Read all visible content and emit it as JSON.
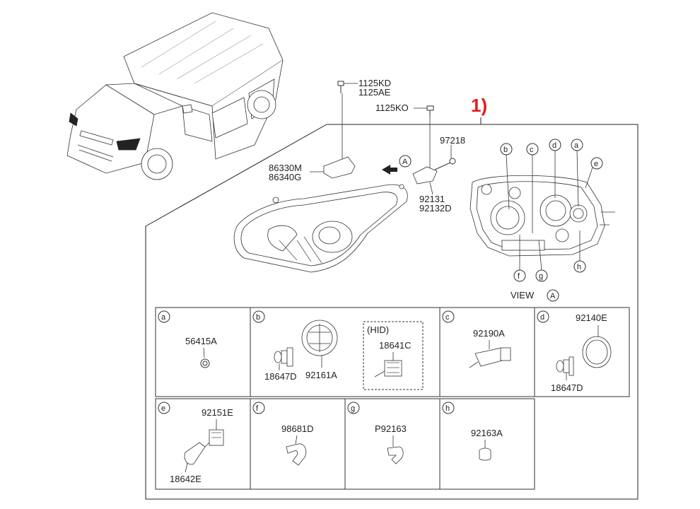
{
  "callout": "1)",
  "top_parts": {
    "bolt_1": "1125KD",
    "bolt_2": "1125AE",
    "bolt_3": "1125KO",
    "screw": "97218",
    "bracket_left_1": "86330M",
    "bracket_left_2": "86340G",
    "bracket_right_1": "92131",
    "bracket_right_2": "92132D"
  },
  "view": {
    "label": "VIEW",
    "ref": "A"
  },
  "arrow_ref": "A",
  "rear_markers": [
    "b",
    "c",
    "d",
    "a",
    "e",
    "f",
    "g",
    "h"
  ],
  "cells": {
    "a": {
      "letter": "a",
      "part": "56415A"
    },
    "b": {
      "letter": "b",
      "part_1": "18647D",
      "part_2": "92161A",
      "hid_label": "(HID)",
      "hid_part": "18641C"
    },
    "c": {
      "letter": "c",
      "part": "92190A"
    },
    "d": {
      "letter": "d",
      "part_1": "92140E",
      "part_2": "18647D"
    },
    "e": {
      "letter": "e",
      "part_1": "92151E",
      "part_2": "18642E"
    },
    "f": {
      "letter": "f",
      "part": "98681D"
    },
    "g": {
      "letter": "g",
      "part": "P92163"
    },
    "h": {
      "letter": "h",
      "part": "92163A"
    }
  }
}
